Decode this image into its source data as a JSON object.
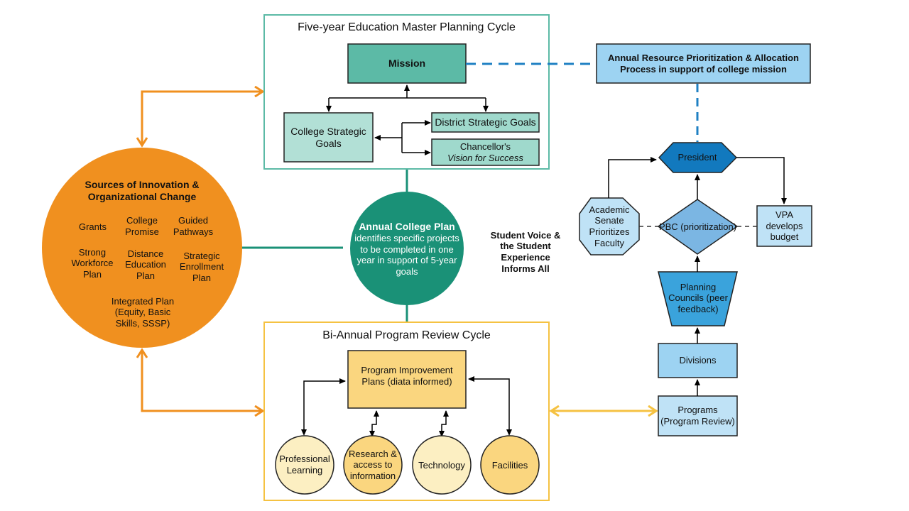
{
  "colors": {
    "teal_dark": "#1a9177",
    "teal_mid": "#5cbaa6",
    "teal_light": "#b2e0d6",
    "teal_pale": "#9fd9cc",
    "orange": "#f0901f",
    "yellow": "#f5c242",
    "yellow_box": "#fad67f",
    "yellow_circle": "#fcefc2",
    "blue_dash": "#1f80c3",
    "blue_dark": "#1279be",
    "blue_mid": "#3aa3dc",
    "blue_light": "#9dd3f2",
    "blue_pale": "#bfe2f6",
    "blue_diamond": "#7bb6e3"
  },
  "master_plan": {
    "title": "Five-year Education Master Planning Cycle",
    "mission": "Mission",
    "college_goals": "College Strategic Goals",
    "district_goals": "District Strategic Goals",
    "chancellor_line1": "Chancellor's",
    "chancellor_line2": "Vision for Success"
  },
  "innovation": {
    "title": "Sources of Innovation & Organizational Change",
    "items": [
      "Grants",
      "College Promise",
      "Guided Pathways",
      "Strong Workforce Plan",
      "Distance Education Plan",
      "Strategic Enrollment Plan",
      "Integrated Plan (Equity, Basic Skills, SSSP)"
    ]
  },
  "annual_plan": {
    "title": "Annual College Plan",
    "body": "identifies specific projects to be completed in one year in support of 5-year goals"
  },
  "student_voice": "Student Voice & the Student Experience Informs All",
  "program_review": {
    "title": "Bi-Annual Program Review Cycle",
    "pip": "Program Improvement Plans (diata informed)",
    "circles": [
      "Professional Learning",
      "Research & access to information",
      "Technology",
      "Facilities"
    ]
  },
  "resource": {
    "title": "Annual Resource Prioritization & Allocation Process in support of college mission",
    "president": "President",
    "academic_senate": "Academic Senate Prioritizes Faculty",
    "pbc": "PBC (prioritization)",
    "vpa": "VPA develops budget",
    "planning_councils": "Planning Councils (peer feedback)",
    "divisions": "Divisions",
    "programs": "Programs (Program Review)"
  }
}
